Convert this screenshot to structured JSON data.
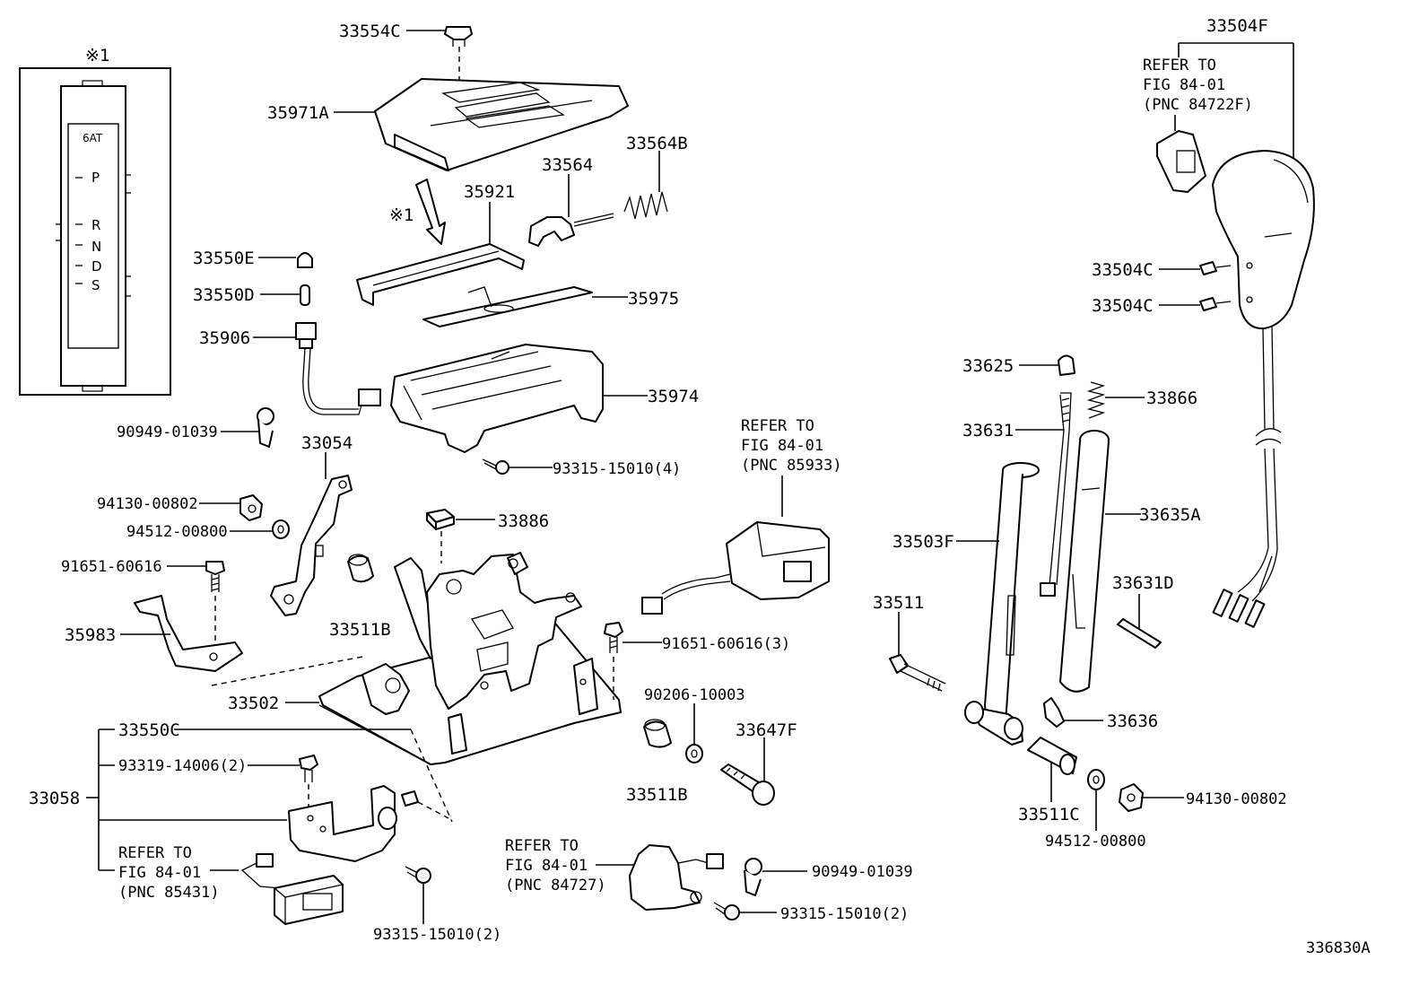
{
  "labels": {
    "p33554c": "33554C",
    "p35971a": "35971A",
    "p33564": "33564",
    "p33564b": "33564B",
    "p35921": "35921",
    "p33550e": "33550E",
    "p33550d": "33550D",
    "p35975": "35975",
    "p35906": "35906",
    "p35974": "35974",
    "p90949_top": "90949-01039",
    "p33054": "33054",
    "p93315_4": "93315-15010(4)",
    "p94130_left": "94130-00802",
    "p94512_left": "94512-00800",
    "p33886": "33886",
    "p91651_a": "91651-60616",
    "p35983": "35983",
    "p33511b_a": "33511B",
    "p91651_3": "91651-60616(3)",
    "p33502": "33502",
    "p90206": "90206-10003",
    "p33647f": "33647F",
    "p33550c": "33550C",
    "p93319": "93319-14006(2)",
    "p33058": "33058",
    "p33511b_b": "33511B",
    "p93315_2a": "93315-15010(2)",
    "p90949_bot": "90949-01039",
    "p93315_2b": "93315-15010(2)",
    "p33504f": "33504F",
    "p33504c_a": "33504C",
    "p33504c_b": "33504C",
    "p33625": "33625",
    "p33866": "33866",
    "p33631": "33631",
    "p33635a": "33635A",
    "p33503f": "33503F",
    "p33631d": "33631D",
    "p33511": "33511",
    "p33636": "33636",
    "p33511c": "33511C",
    "p94130_right": "94130-00802",
    "p94512_right": "94512-00800"
  },
  "refs": {
    "r85933": [
      "REFER TO",
      "FIG 84-01",
      "(PNC 85933)"
    ],
    "r84722f": [
      "REFER TO",
      "FIG 84-01",
      "(PNC 84722F)"
    ],
    "r85431": [
      "REFER TO",
      "FIG 84-01",
      "(PNC 85431)"
    ],
    "r84727": [
      "REFER TO",
      "FIG 84-01",
      "(PNC 84727)"
    ]
  },
  "inset": {
    "marker": "※1",
    "arrow_marker": "※1",
    "gate_title": "6AT",
    "positions": [
      "P",
      "R",
      "N",
      "D",
      "S"
    ]
  },
  "figure_id": "336830A"
}
